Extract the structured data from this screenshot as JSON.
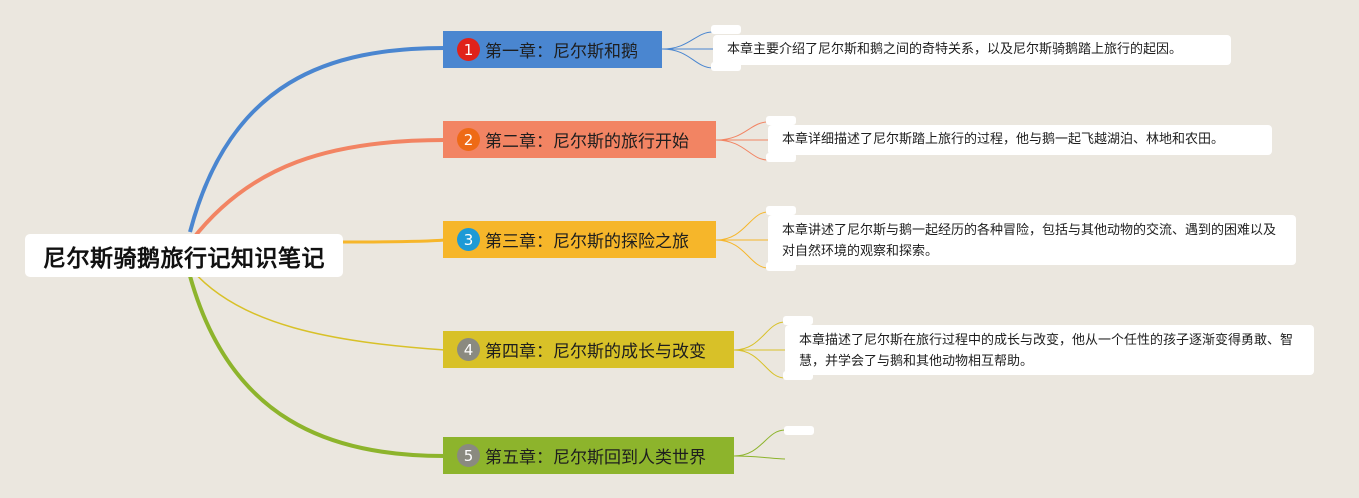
{
  "root": {
    "title": "尼尔斯骑鹅旅行记知识笔记"
  },
  "chapters": [
    {
      "num": "1",
      "title": "第一章：尼尔斯和鹅",
      "color": "#4a86d0",
      "num_color": "#e0221a",
      "desc": "本章主要介绍了尼尔斯和鹅之间的奇特关系，以及尼尔斯骑鹅踏上旅行的起因。"
    },
    {
      "num": "2",
      "title": "第二章：尼尔斯的旅行开始",
      "color": "#f28463",
      "num_color": "#ee6a16",
      "desc": "本章详细描述了尼尔斯踏上旅行的过程，他与鹅一起飞越湖泊、林地和农田。"
    },
    {
      "num": "3",
      "title": "第三章：尼尔斯的探险之旅",
      "color": "#f6b62a",
      "num_color": "#1d9ad6",
      "desc": "本章讲述了尼尔斯与鹅一起经历的各种冒险，包括与其他动物的交流、遇到的困难以及对自然环境的观察和探索。"
    },
    {
      "num": "4",
      "title": "第四章：尼尔斯的成长与改变",
      "color": "#d8c128",
      "num_color": "#8a8a80",
      "desc": "本章描述了尼尔斯在旅行过程中的成长与改变，他从一个任性的孩子逐渐变得勇敢、智慧，并学会了与鹅和其他动物相互帮助。"
    },
    {
      "num": "5",
      "title": "第五章：尼尔斯回到人类世界",
      "color": "#8db42c",
      "num_color": "#8a8a80",
      "desc": ""
    }
  ]
}
